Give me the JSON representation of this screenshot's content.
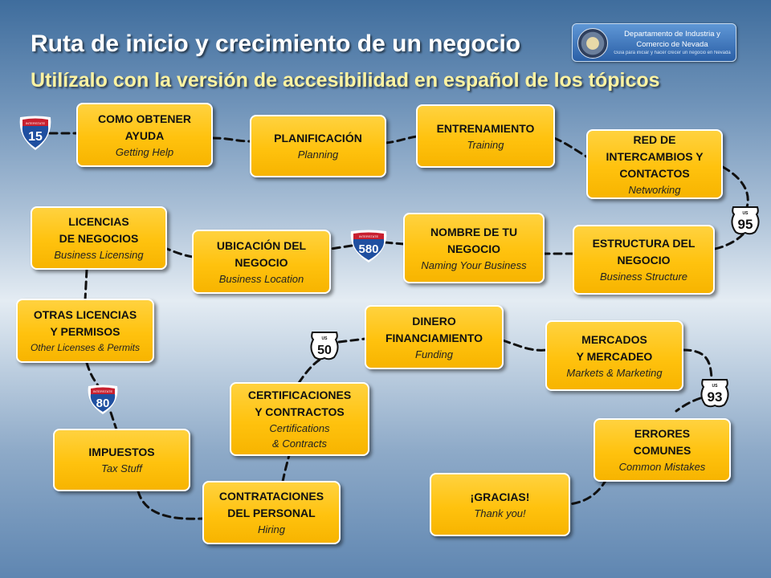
{
  "header": {
    "title": "Ruta de inicio y crecimiento de un negocio",
    "subtitle": "Utilízalo con la versión de accesibilidad en español de los tópicos"
  },
  "department": {
    "name": "Departamento de Industria y Comercio de Nevada",
    "tagline": "Guía para iniciar y hacer crecer un negocio en Nevada"
  },
  "steps": [
    {
      "id": "como-obtener-ayuda",
      "es": "COMO OBTENER\nAYUDA",
      "en": "Getting Help"
    },
    {
      "id": "planificacion",
      "es": "PLANIFICACIÓN",
      "en": "Planning"
    },
    {
      "id": "entrenamiento",
      "es": "ENTRENAMIENTO",
      "en": "Training"
    },
    {
      "id": "red-de-intercambios",
      "es": "RED DE\nINTERCAMBIOS Y\nCONTACTOS",
      "en": "Networking"
    },
    {
      "id": "estructura-del-negocio",
      "es": "ESTRUCTURA DEL\nNEGOCIO",
      "en": "Business Structure"
    },
    {
      "id": "nombre-de-tu-negocio",
      "es": "NOMBRE DE TU\nNEGOCIO",
      "en": "Naming Your Business"
    },
    {
      "id": "ubicacion-del-negocio",
      "es": "UBICACIÓN DEL\nNEGOCIO",
      "en": "Business Location"
    },
    {
      "id": "licencias-de-negocios",
      "es": "LICENCIAS\nDE NEGOCIOS",
      "en": "Business Licensing"
    },
    {
      "id": "otras-licencias",
      "es": "OTRAS LICENCIAS\nY PERMISOS",
      "en": "Other Licenses & Permits"
    },
    {
      "id": "impuestos",
      "es": "IMPUESTOS",
      "en": "Tax Stuff"
    },
    {
      "id": "contrataciones",
      "es": "CONTRATACIONES\nDEL PERSONAL",
      "en": "Hiring"
    },
    {
      "id": "certificaciones",
      "es": "CERTIFICACIONES\nY CONTRACTOS",
      "en": "Certifications\n& Contracts"
    },
    {
      "id": "dinero",
      "es": "DINERO\nFINANCIAMIENTO",
      "en": "Funding"
    },
    {
      "id": "mercados",
      "es": "MERCADOS\nY MERCADEO",
      "en": "Markets & Marketing"
    },
    {
      "id": "errores-comunes",
      "es": "ERRORES\nCOMUNES",
      "en": "Common Mistakes"
    },
    {
      "id": "gracias",
      "es": "¡GRACIAS!",
      "en": "Thank you!"
    }
  ],
  "shields": [
    {
      "id": "i15",
      "type": "interstate",
      "label": "INTERSTATE",
      "number": "15"
    },
    {
      "id": "us95",
      "type": "us",
      "label": "US",
      "number": "95"
    },
    {
      "id": "i580",
      "type": "interstate",
      "label": "INTERSTATE",
      "number": "580"
    },
    {
      "id": "i80",
      "type": "interstate",
      "label": "INTERSTATE",
      "number": "80"
    },
    {
      "id": "us50",
      "type": "us",
      "label": "US",
      "number": "50"
    },
    {
      "id": "us93",
      "type": "us",
      "label": "US",
      "number": "93"
    }
  ],
  "colors": {
    "box_fill": "#ffc20e",
    "box_border": "#ffffff",
    "interstate_blue": "#1f4fa0",
    "interstate_red": "#c8202f",
    "path": "#111111"
  }
}
